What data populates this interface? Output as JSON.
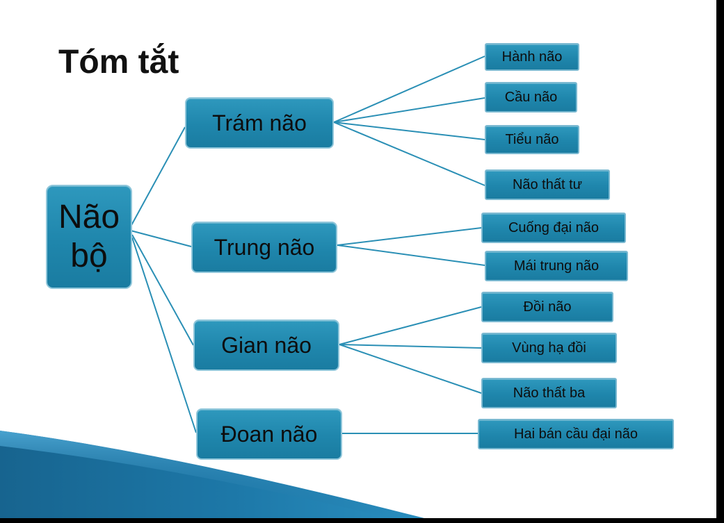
{
  "title": "Tóm tắt",
  "root": {
    "label": "Não bộ"
  },
  "branches": [
    {
      "label": "Trám não",
      "children": [
        "Hành não",
        "Cầu não",
        "Tiểu não",
        "Não thất tư"
      ]
    },
    {
      "label": "Trung não",
      "children": [
        "Cuống đại não",
        "Mái trung não"
      ]
    },
    {
      "label": "Gian não",
      "children": [
        "Đồi não",
        "Vùng hạ đồi",
        "Não thất ba"
      ]
    },
    {
      "label": "Đoan não",
      "children": [
        "Hai bán cầu đại não"
      ]
    }
  ],
  "colors": {
    "node_fill": "#2390b7",
    "node_border": "#8fc6da",
    "connector": "#2a8fb5",
    "footer_wedge": "#1b6f9e"
  }
}
